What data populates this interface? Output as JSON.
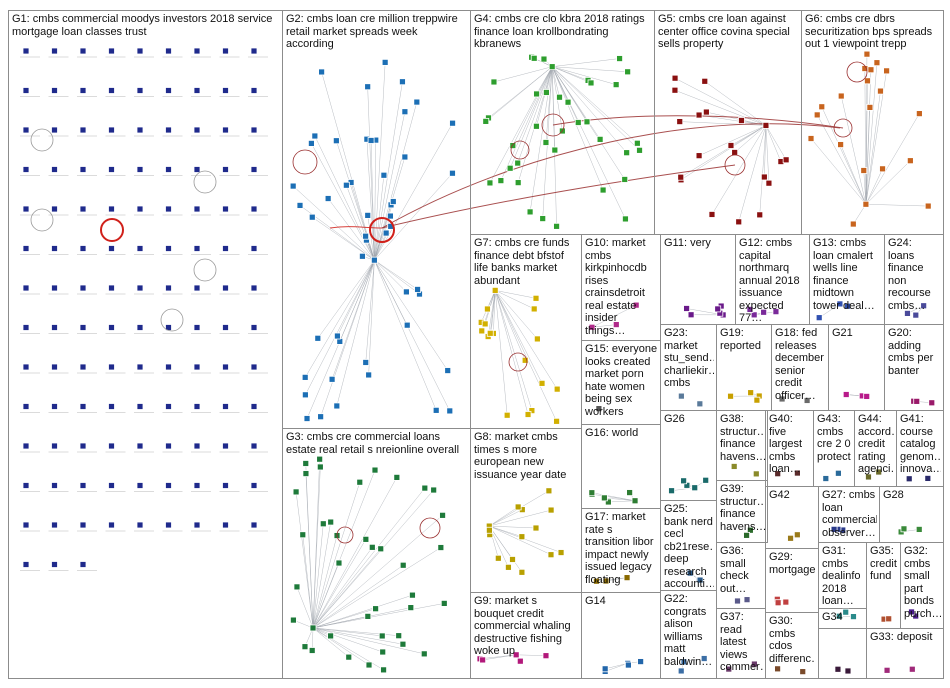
{
  "palette": {
    "G1": "#1f2a8c",
    "G2": "#1c6fb5",
    "G3": "#1e7a3a",
    "G4": "#2e9e2e",
    "G5": "#8a1010",
    "G6": "#c8641e",
    "G7": "#d2b000",
    "G8": "#b8a000",
    "G9": "#b2187a",
    "G10": "#b02a8a",
    "G11": "#6a1a8a",
    "G12": "#7a2a9a",
    "G13": "#3050b0",
    "G14": "#2266aa",
    "G15": "#555555",
    "G16": "#2e7d32",
    "G17": "#8a6a00",
    "G18": "#6a6a6a",
    "G19": "#c8a000",
    "G20": "#9a1a6a",
    "G21": "#b81a8a",
    "G22": "#3b6ea5",
    "G23": "#5a7a9a",
    "G24": "#4a4a9a",
    "G25": "#2a5a8a",
    "G26": "#1a6a6a",
    "G27": "#2a3a8a",
    "G28": "#3a8a3a",
    "G29": "#c04040",
    "G30": "#7a4a2a",
    "G31": "#2a8a8a",
    "G32": "#4a1a8a",
    "G33": "#a02a7a",
    "G34": "#3a1a3a",
    "G35": "#b05030",
    "G36": "#5a5a8a",
    "G37": "#6a3a6a",
    "G38": "#8a8a2a",
    "G39": "#2a6a2a",
    "G40": "#5a2a2a",
    "G41": "#2a2a6a",
    "G42": "#9a7a1a",
    "G43": "#2a6a9a",
    "G44": "#6a6a2a",
    "edge": "#9aa0a8",
    "highlight_edge": "#d0201a",
    "loop": "#9a3030",
    "border": "#8c8c8c"
  },
  "groups": [
    {
      "id": "G1",
      "label": "G1: cmbs commercial moodys investors 2018 service mortgage loan classes trust",
      "nodes": 63
    },
    {
      "id": "G2",
      "label": "G2: cmbs loan cre million treppwire retail market spreads week according",
      "nodes": 50
    },
    {
      "id": "G3",
      "label": "G3: cmbs cre commercial loans estate real retail s nreionline overall",
      "nodes": 40
    },
    {
      "id": "G4",
      "label": "G4: cmbs cre clo kbra 2018 ratings finance loan krollbondrating kbranews",
      "nodes": 38
    },
    {
      "id": "G5",
      "label": "G5: cmbs cre loan against center office covina special sells property",
      "nodes": 20
    },
    {
      "id": "G6",
      "label": "G6: cmbs cre dbrs securitization bps spreads out 1 viewpoint trepp",
      "nodes": 20
    },
    {
      "id": "G7",
      "label": "G7: cmbs cre funds finance debt bfstof life banks market abundant",
      "nodes": 19
    },
    {
      "id": "G8",
      "label": "G8: market cmbs times s more european new issuance year date",
      "nodes": 15
    },
    {
      "id": "G9",
      "label": "G9: market s bouquet credit commercial whaling destructive fishing woke up",
      "nodes": 5
    },
    {
      "id": "G10",
      "label": "G10: market cmbs kirkpinhocdb rises crainsdetroit real estate insider things…",
      "nodes": 3
    },
    {
      "id": "G11",
      "label": "G11: very",
      "nodes": 6
    },
    {
      "id": "G12",
      "label": "G12: cmbs capital northmarq annual 2018 issuance expected 77…",
      "nodes": 4
    },
    {
      "id": "G13",
      "label": "G13: cmbs loan cmalert wells line finance midtown tower deal…",
      "nodes": 3
    },
    {
      "id": "G14",
      "label": "G14",
      "nodes": 5
    },
    {
      "id": "G15",
      "label": "G15: everyone looks created market porn hate women being sex workers",
      "nodes": 1
    },
    {
      "id": "G16",
      "label": "G16: world",
      "nodes": 6
    },
    {
      "id": "G17",
      "label": "G17: market rate s transition libor impact newly issued legacy floating",
      "nodes": 3
    },
    {
      "id": "G18",
      "label": "G18: fed releases december senior credit officer…",
      "nodes": 2
    },
    {
      "id": "G19",
      "label": "G19: reported",
      "nodes": 4
    },
    {
      "id": "G20",
      "label": "G20: adding cmbs per banter",
      "nodes": 3
    },
    {
      "id": "G21",
      "label": "G21",
      "nodes": 3
    },
    {
      "id": "G22",
      "label": "G22: congrats alison williams matt baldwin…",
      "nodes": 3
    },
    {
      "id": "G23",
      "label": "G23: market stu_send… charliekir… cmbs",
      "nodes": 2
    },
    {
      "id": "G24",
      "label": "G24: loans finance non recourse cmbs…",
      "nodes": 3
    },
    {
      "id": "G25",
      "label": "G25: bank nerd cecl cb21rese… deep research accounti…",
      "nodes": 3
    },
    {
      "id": "G26",
      "label": "G26",
      "nodes": 5
    },
    {
      "id": "G27",
      "label": "G27: cmbs loan commercial observer…",
      "nodes": 3
    },
    {
      "id": "G28",
      "label": "G28",
      "nodes": 3
    },
    {
      "id": "G29",
      "label": "G29: mortgage",
      "nodes": 3
    },
    {
      "id": "G30",
      "label": "G30: cmbs cdos differenc…",
      "nodes": 2
    },
    {
      "id": "G31",
      "label": "G31: cmbs dealinfo 2018 loan…",
      "nodes": 3
    },
    {
      "id": "G32",
      "label": "G32: cmbs small part bonds purch…",
      "nodes": 2
    },
    {
      "id": "G33",
      "label": "G33: deposit",
      "nodes": 2
    },
    {
      "id": "G34",
      "label": "G34",
      "nodes": 2
    },
    {
      "id": "G35",
      "label": "G35: credit fund",
      "nodes": 2
    },
    {
      "id": "G36",
      "label": "G36: small check out…",
      "nodes": 2
    },
    {
      "id": "G37",
      "label": "G37: read latest views commer…",
      "nodes": 2
    },
    {
      "id": "G38",
      "label": "G38: structur… finance havens…",
      "nodes": 2
    },
    {
      "id": "G39",
      "label": "G39: structur… finance havens…",
      "nodes": 2
    },
    {
      "id": "G40",
      "label": "G40: five largest cmbs loan…",
      "nodes": 2
    },
    {
      "id": "G41",
      "label": "G41: course catalog genom… innova…",
      "nodes": 2
    },
    {
      "id": "G42",
      "label": "G42",
      "nodes": 2
    },
    {
      "id": "G43",
      "label": "G43: cmbs cre 2 0 protect",
      "nodes": 2
    },
    {
      "id": "G44",
      "label": "G44: accord… credit rating agenci…",
      "nodes": 2
    }
  ]
}
